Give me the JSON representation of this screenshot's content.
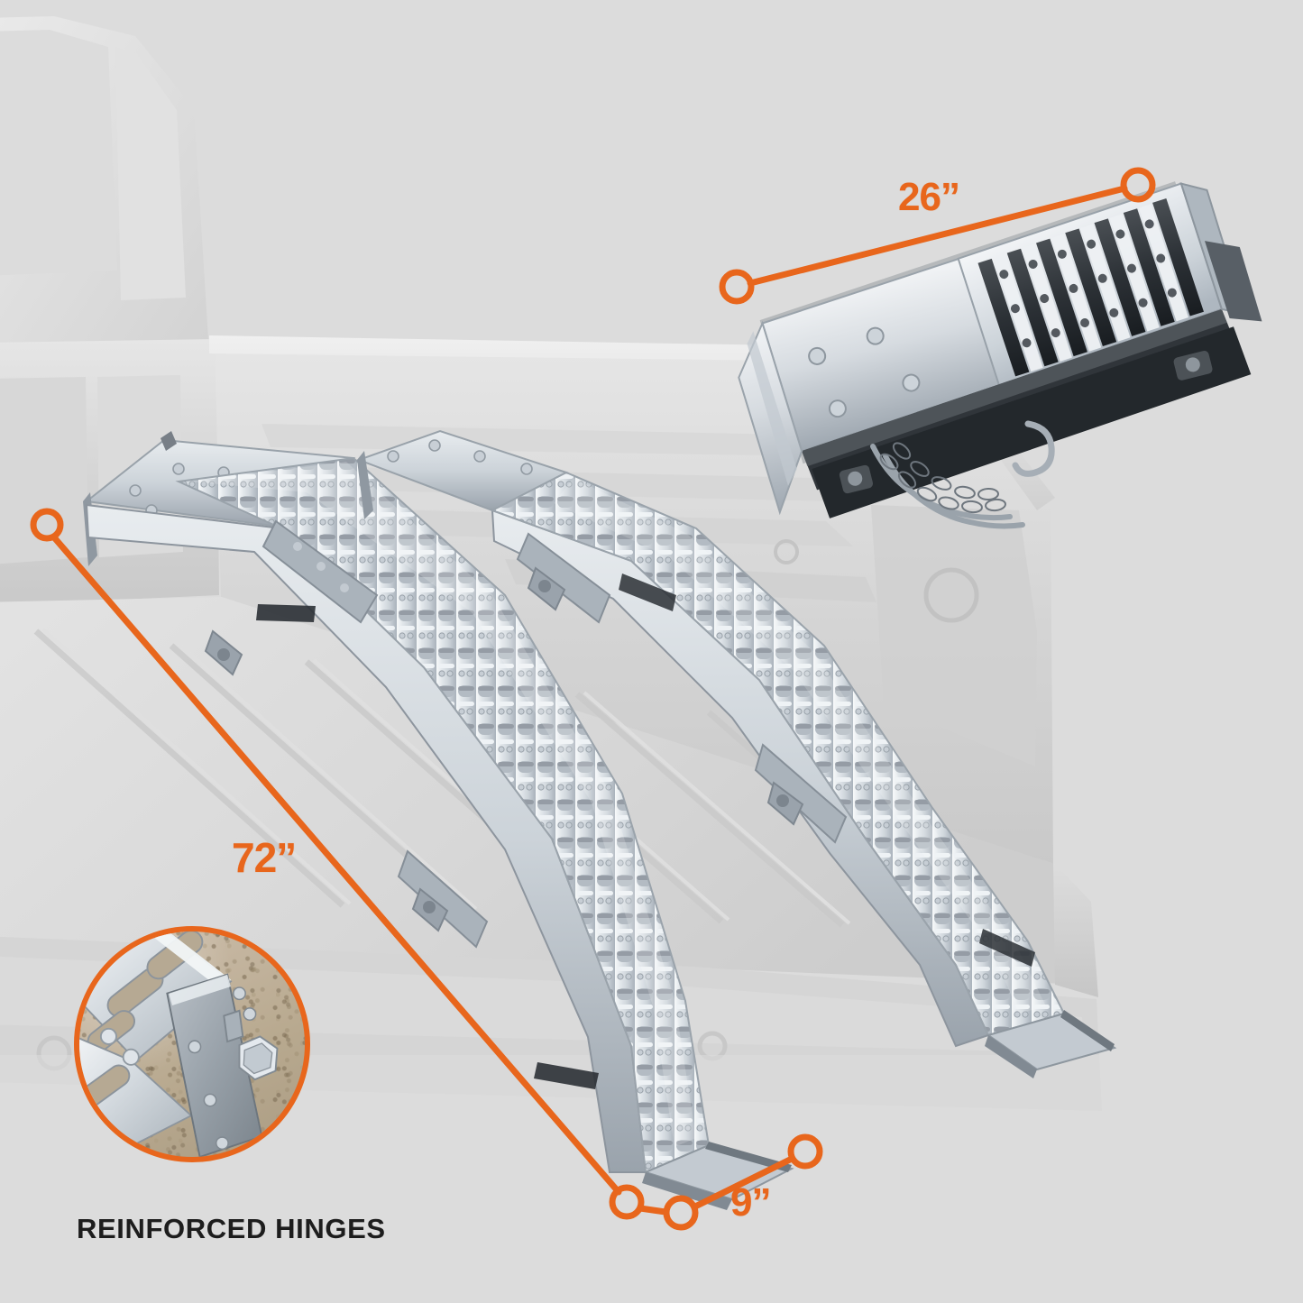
{
  "background_color": "#dcdcdc",
  "accent_color": "#e8661c",
  "caption_color": "#1d1d1d",
  "product": {
    "name": "folding-loading-ramps",
    "finish": "galvanized-steel"
  },
  "annotations": {
    "width_folded": {
      "name": "dimension-26-inch",
      "label": "26”",
      "value": 26,
      "unit": "inch",
      "describes": "folded ramp length",
      "endpoints": [
        [
          817,
          318
        ],
        [
          1262,
          205
        ]
      ]
    },
    "length": {
      "name": "dimension-72-inch",
      "label": "72”",
      "value": 72,
      "unit": "inch",
      "describes": "ramp overall length",
      "endpoints": [
        [
          52,
          582
        ],
        [
          695,
          1335
        ]
      ]
    },
    "width": {
      "name": "dimension-9-inch",
      "label": "9”",
      "value": 9,
      "unit": "inch",
      "describes": "ramp tread width",
      "endpoints": [
        [
          755,
          1345
        ],
        [
          893,
          1277
        ]
      ]
    }
  },
  "feature_callout": {
    "name": "reinforced-hinges",
    "caption": "REINFORCED HINGES",
    "inset_shape": "circle",
    "inset_center": [
      213,
      1158
    ],
    "inset_radius": 131
  },
  "scene": {
    "truck_bed": {
      "name": "pickup-truck-bed",
      "style": "ghosted-silhouette"
    },
    "ramps_deployed": 2,
    "ramp_folded": {
      "name": "folded-ramp",
      "has_chain": true
    }
  }
}
